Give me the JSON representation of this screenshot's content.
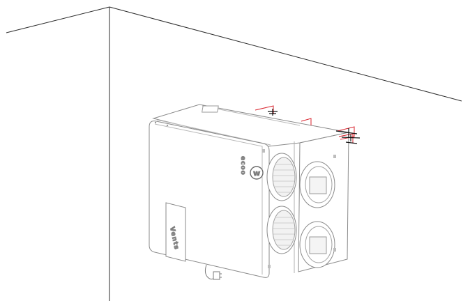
{
  "unit": {
    "brand_wordmark": "ecoo",
    "logo_glyph": "w",
    "vertical_label": "Vents"
  },
  "colors": {
    "line": "#2a2a2a",
    "unit_stroke": "#8a8a8a",
    "unit_light": "#c4c4c4",
    "bracket_accent": "#d9232d",
    "background": "#ffffff"
  },
  "icons": [
    "ventilation-unit",
    "wall-bracket",
    "duct-spigot",
    "cable-plug"
  ]
}
